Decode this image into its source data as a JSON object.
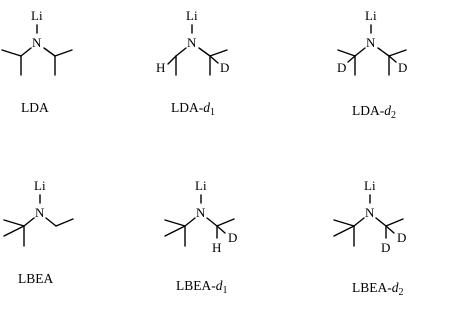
{
  "atoms": {
    "lithium": "Li",
    "nitrogen": "N",
    "hydrogen": "H",
    "deuterium": "D"
  },
  "molecules": [
    {
      "id": "lda",
      "name": "LDA",
      "suffix": "",
      "sub": ""
    },
    {
      "id": "lda-d1",
      "name": "LDA-",
      "suffix": "d",
      "sub": "1"
    },
    {
      "id": "lda-d2",
      "name": "LDA-",
      "suffix": "d",
      "sub": "2"
    },
    {
      "id": "lbea",
      "name": "LBEA",
      "suffix": "",
      "sub": ""
    },
    {
      "id": "lbea-d1",
      "name": "LBEA-",
      "suffix": "d",
      "sub": "1"
    },
    {
      "id": "lbea-d2",
      "name": "LBEA-",
      "suffix": "d",
      "sub": "2"
    }
  ]
}
